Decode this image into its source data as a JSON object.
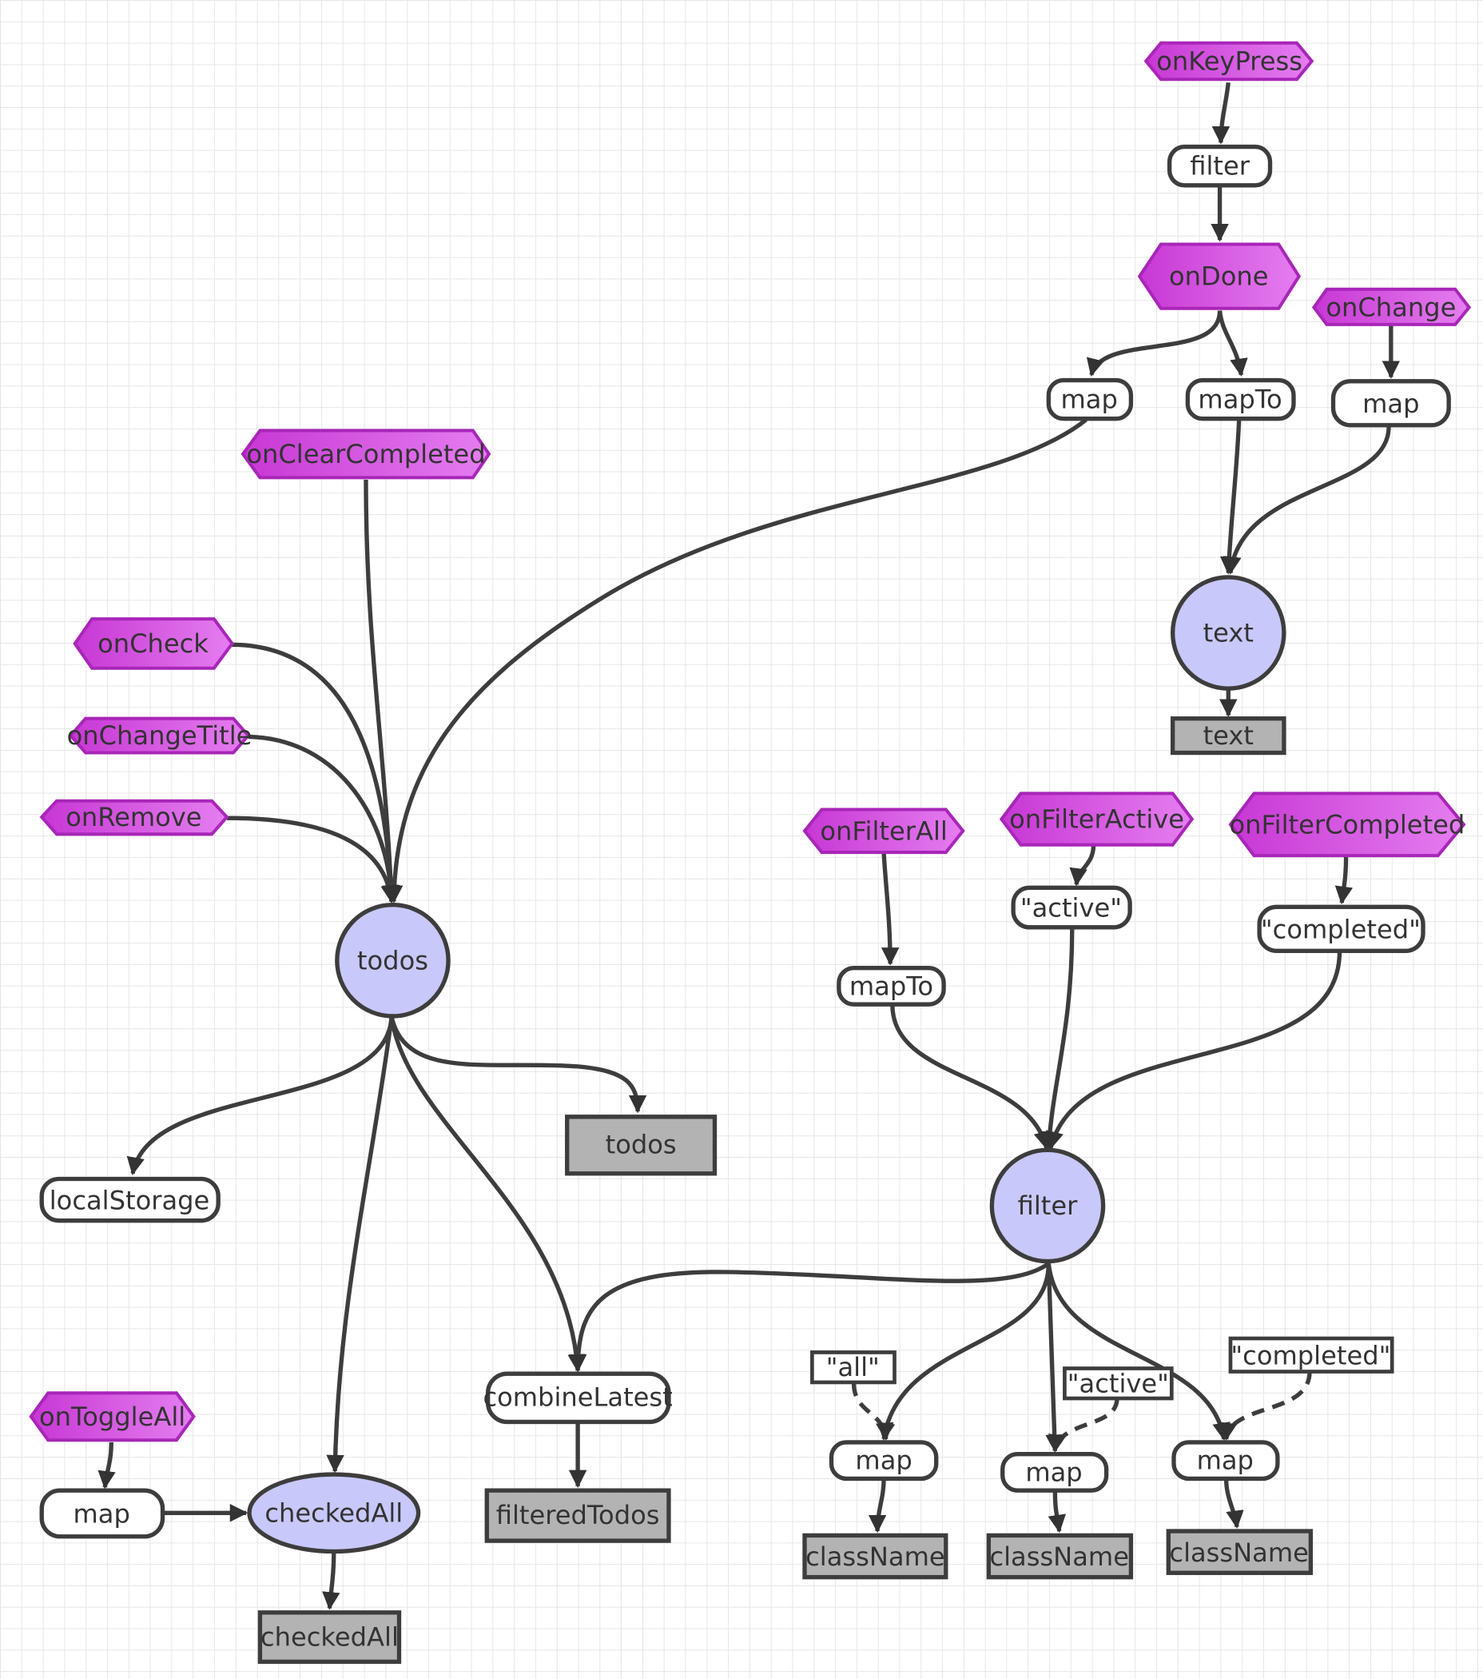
{
  "nodes": {
    "onKeyPress": "onKeyPress",
    "filter_op": "filter",
    "onDone": "onDone",
    "onChange": "onChange",
    "map_done": "map",
    "mapTo_done": "mapTo",
    "map_change": "map",
    "onClearCompleted": "onClearCompleted",
    "text_state": "text",
    "text_sink": "text",
    "onCheck": "onCheck",
    "onChangeTitle": "onChangeTitle",
    "onRemove": "onRemove",
    "onFilterAll": "onFilterAll",
    "onFilterActive": "onFilterActive",
    "onFilterCompleted": "onFilterCompleted",
    "active_const": "\"active\"",
    "completed_const": "\"completed\"",
    "mapTo_filter": "mapTo",
    "todos_state": "todos",
    "todos_sink": "todos",
    "localStorage": "localStorage",
    "filter_state": "filter",
    "all_literal": "\"all\"",
    "active_literal": "\"active\"",
    "completed_literal": "\"completed\"",
    "onToggleAll": "onToggleAll",
    "combineLatest": "combineLatest",
    "map_all": "map",
    "map_active": "map",
    "map_completed": "map",
    "map_toggle": "map",
    "checkedAll_state": "checkedAll",
    "filteredTodos": "filteredTodos",
    "className_all": "className",
    "className_active": "className",
    "className_completed": "className",
    "checkedAll_sink": "checkedAll"
  }
}
